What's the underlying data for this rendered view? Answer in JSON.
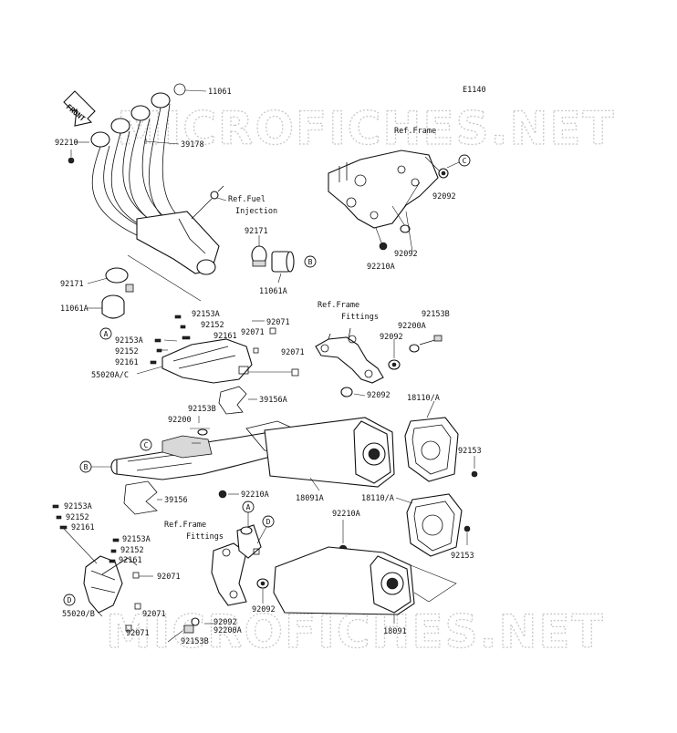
{
  "diagram_code": "E1140",
  "watermark": [
    "MICROFICHES.NET",
    "MICROFICHES.NET"
  ],
  "front_label": "FRONT",
  "labels": {
    "p11061": "11061",
    "p92210": "92210",
    "p39178": "39178",
    "ref_fuel_1": "Ref.Fuel",
    "ref_fuel_2": "Injection",
    "p92171_top": "92171",
    "p92171_left": "92171",
    "p11061A_left": "11061A",
    "p11061A_right": "11061A",
    "ref_frame": "Ref.Frame",
    "p92092_a": "92092",
    "p92092_b": "92092",
    "p92210A_top": "92210A",
    "ref_frame_fit1_1": "Ref.Frame",
    "ref_frame_fit1_2": "Fittings",
    "p92153B_top": "92153B",
    "p92200A_top": "92200A",
    "p92092_c": "92092",
    "p92092_d": "92092",
    "p92153A_1": "92153A",
    "p92152_1": "92152",
    "p92161_1": "92161",
    "p92071_1": "92071",
    "p92071_2": "92071",
    "p92071_3": "92071",
    "p92153A_2": "92153A",
    "p92152_2": "92152",
    "p92161_2": "92161",
    "p55020AC": "55020A/C",
    "p39156A": "39156A",
    "p92153B_mid": "92153B",
    "p92200": "92200",
    "p18110A_top": "18110/A",
    "p92153_right": "92153",
    "p92210A_mid": "92210A",
    "p39156": "39156",
    "p18091A": "18091A",
    "p18110A_bot": "18110/A",
    "p92210A_low": "92210A",
    "p92153_low": "92153",
    "p92153A_3": "92153A",
    "p92152_3": "92152",
    "p92161_3": "92161",
    "ref_frame_fit2_1": "Ref.Frame",
    "ref_frame_fit2_2": "Fittings",
    "p92153A_4": "92153A",
    "p92152_4": "92152",
    "p92161_4": "92161",
    "p92071_4": "92071",
    "p55020B": "55020/B",
    "p92071_5": "92071",
    "p92071_6": "92071",
    "p92092_e": "92092",
    "p92092_f": "92092",
    "p92200A_bot": "92200A",
    "p92153B_bot": "92153B",
    "p18091": "18091"
  },
  "callouts": {
    "a1": "A",
    "a2": "A",
    "b1": "B",
    "b2": "B",
    "c1": "C",
    "c2": "C",
    "d1": "D",
    "d2": "D"
  }
}
